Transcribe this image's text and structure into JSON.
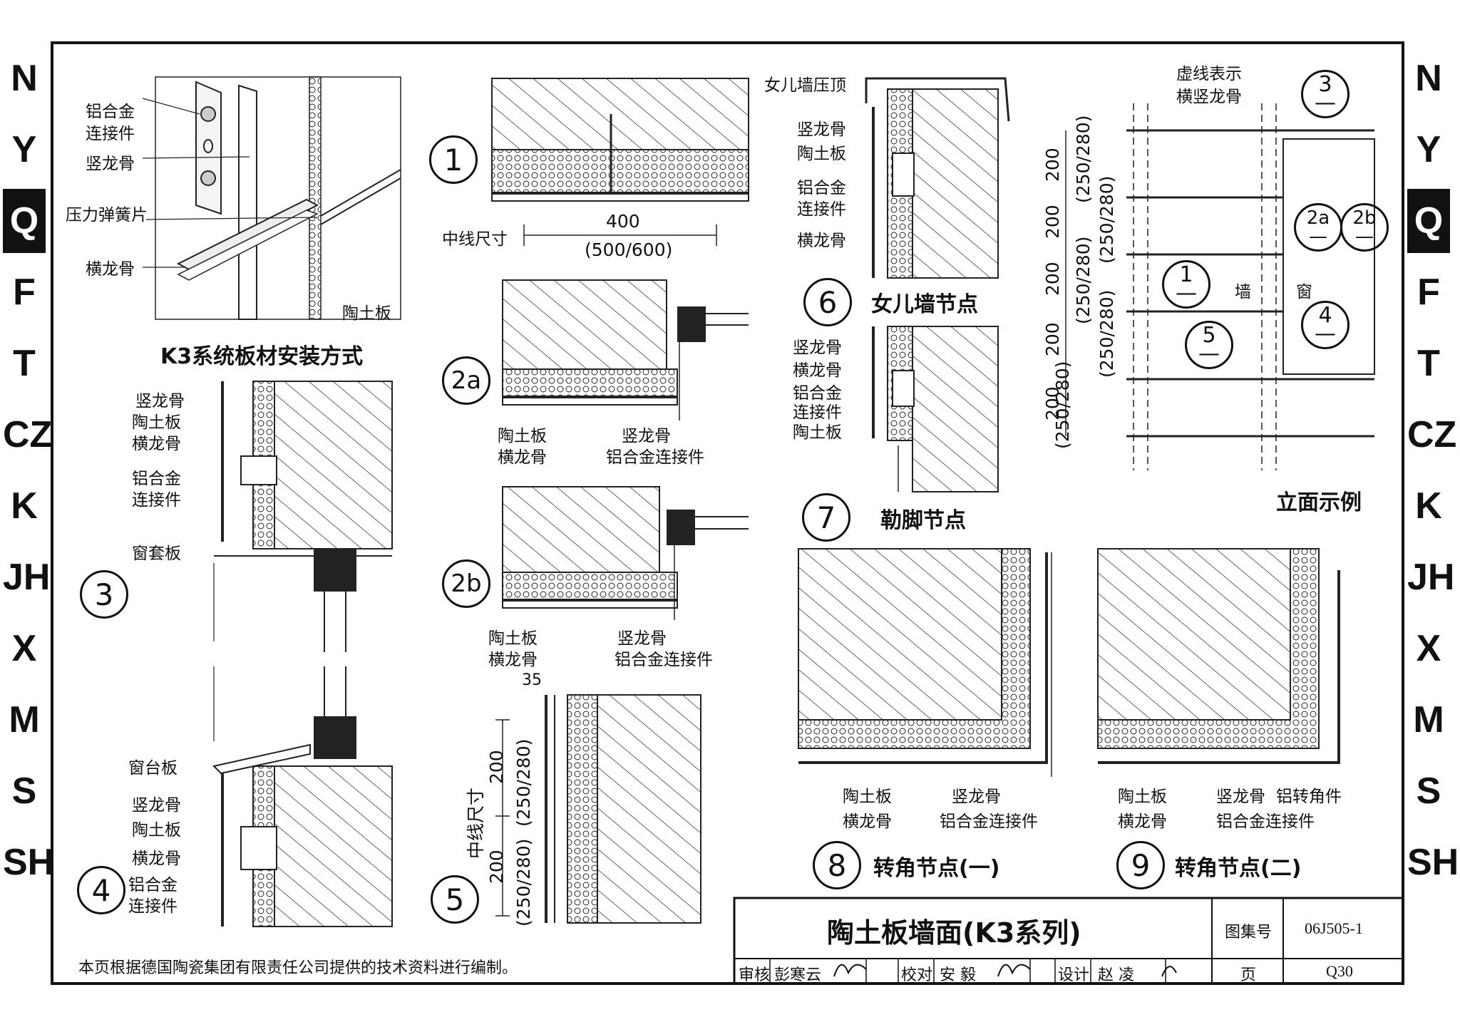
{
  "side_tabs_left": [
    {
      "label": "N",
      "active": false
    },
    {
      "label": "Y",
      "active": false
    },
    {
      "label": "Q",
      "active": true
    },
    {
      "label": "F",
      "active": false
    },
    {
      "label": "T",
      "active": false
    },
    {
      "label": "CZ",
      "active": false
    },
    {
      "label": "K",
      "active": false
    },
    {
      "label": "JH",
      "active": false
    },
    {
      "label": "X",
      "active": false
    },
    {
      "label": "M",
      "active": false
    },
    {
      "label": "S",
      "active": false
    },
    {
      "label": "SH",
      "active": false
    }
  ],
  "side_tabs_right": [
    {
      "label": "N",
      "active": false
    },
    {
      "label": "Y",
      "active": false
    },
    {
      "label": "Q",
      "active": true
    },
    {
      "label": "F",
      "active": false
    },
    {
      "label": "T",
      "active": false
    },
    {
      "label": "CZ",
      "active": false
    },
    {
      "label": "K",
      "active": false
    },
    {
      "label": "JH",
      "active": false
    },
    {
      "label": "X",
      "active": false
    },
    {
      "label": "M",
      "active": false
    },
    {
      "label": "S",
      "active": false
    },
    {
      "label": "SH",
      "active": false
    }
  ],
  "install": {
    "title": "K3系统板材安装方式",
    "labels": [
      "铝合金",
      "连接件",
      "竖龙骨",
      "压力弹簧片",
      "横龙骨",
      "陶土板"
    ]
  },
  "detail1": {
    "num": "1",
    "dim_label": "中线尺寸",
    "dim_main": "400",
    "dim_alt": "(500/600)"
  },
  "detail2a": {
    "num": "2a",
    "labels": [
      "陶土板",
      "横龙骨",
      "竖龙骨",
      "铝合金连接件"
    ]
  },
  "detail2b": {
    "num": "2b",
    "labels": [
      "陶土板",
      "横龙骨",
      "竖龙骨",
      "铝合金连接件"
    ]
  },
  "detail3": {
    "num": "3",
    "labels": [
      "竖龙骨",
      "陶土板",
      "横龙骨",
      "铝合金",
      "连接件",
      "窗套板"
    ]
  },
  "detail4": {
    "num": "4",
    "labels": [
      "窗台板",
      "竖龙骨",
      "陶土板",
      "横龙骨",
      "铝合金",
      "连接件"
    ]
  },
  "detail5": {
    "num": "5",
    "dim_top": "35",
    "dim_label": "中线尺寸",
    "dims": [
      "200",
      "(250/280)",
      "200",
      "(250/280)"
    ]
  },
  "detail6": {
    "num": "6",
    "title": "女儿墙节点",
    "labels": [
      "女儿墙压顶",
      "竖龙骨",
      "陶土板",
      "铝合金",
      "连接件",
      "横龙骨"
    ]
  },
  "detail7": {
    "num": "7",
    "title": "勒脚节点",
    "labels": [
      "竖龙骨",
      "横龙骨",
      "铝合金",
      "连接件",
      "陶土板"
    ]
  },
  "detail8": {
    "num": "8",
    "title": "转角节点(一)",
    "labels": [
      "陶土板",
      "横龙骨",
      "竖龙骨",
      "铝合金连接件"
    ]
  },
  "detail9": {
    "num": "9",
    "title": "转角节点(二)",
    "labels": [
      "陶土板",
      "横龙骨",
      "竖龙骨",
      "铝转角件",
      "铝合金连接件"
    ]
  },
  "elevation": {
    "title": "立面示例",
    "note_line1": "虚线表示",
    "note_line2": "横竖龙骨",
    "wall": "墙",
    "window": "窗",
    "dims_a": [
      "200",
      "200",
      "200",
      "200",
      "200"
    ],
    "dims_b": [
      "(250/280)",
      "(250/280)",
      "(250/280)",
      "(250/280)",
      "(250/280)"
    ],
    "markers": [
      {
        "num": "3",
        "sub": "—"
      },
      {
        "num": "2a",
        "sub": "—"
      },
      {
        "num": "2b",
        "sub": "—"
      },
      {
        "num": "1",
        "sub": "—"
      },
      {
        "num": "5",
        "sub": "—"
      },
      {
        "num": "4",
        "sub": "—"
      }
    ]
  },
  "footer_note": "本页根据德国陶瓷集团有限责任公司提供的技术资料进行编制。",
  "title_block": {
    "title": "陶土板墙面(K3系列)",
    "atlas_label": "图集号",
    "atlas_no": "06J505-1",
    "review_label": "审核",
    "reviewer": "彭寒云",
    "check_label": "校对",
    "checker": "安 毅",
    "design_label": "设计",
    "designer": "赵 凌",
    "page_label": "页",
    "page_no": "Q30"
  }
}
